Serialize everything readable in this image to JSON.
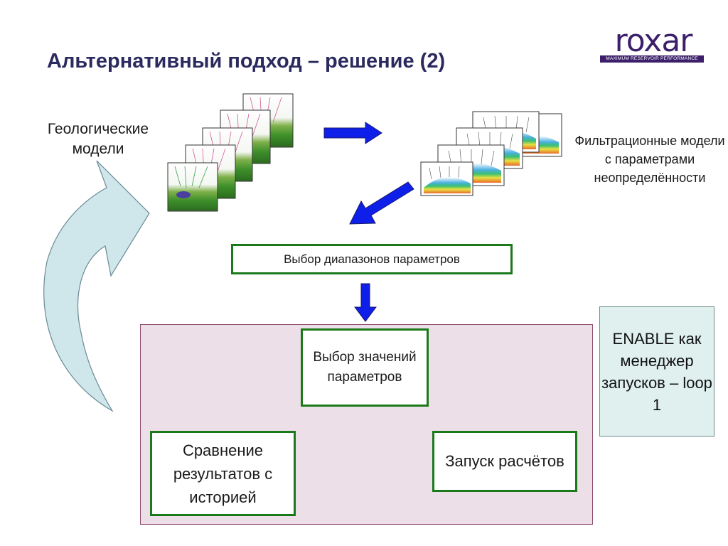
{
  "slide": {
    "title": "Альтернативный подход – решение (2)"
  },
  "logo": {
    "word": "roxar",
    "tagline": "MAXIMUM RESERVOIR PERFORMANCE"
  },
  "labels": {
    "geo_models": "Геологические модели",
    "filtration_models": "Фильтрационные модели с параметрами неопределённости"
  },
  "boxes": {
    "range_select": "Выбор диапазонов параметров",
    "value_select": "Выбор значений параметров",
    "run_launch": "Запуск расчётов",
    "compare_history": "Сравнение результатов с историей",
    "enable_manager": "ENABLE как менеджер запусков – loop 1"
  },
  "colors": {
    "arrow_fill": "#0d1fe8",
    "box_border": "#1a7a1a",
    "loop_panel": "#eddfe7",
    "enable_panel": "#dff0ef",
    "curved_arrow": "#cfe6ea",
    "title_text": "#2b2a5e"
  }
}
